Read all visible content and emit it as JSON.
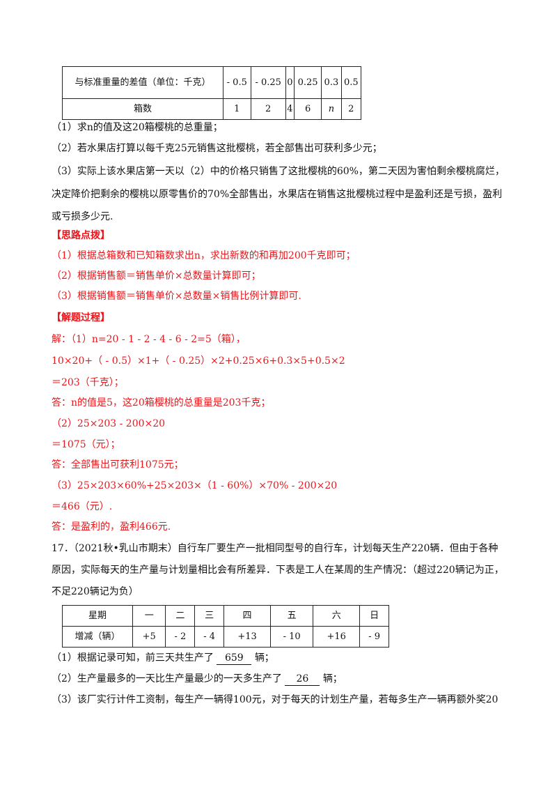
{
  "table1": {
    "row_label_1": "与标准重量的差值（单位：千克）",
    "row_label_2": "箱数",
    "diffs": [
      "- 0.5",
      "- 0.25",
      "0",
      "0.25",
      "0.3",
      "0.5"
    ],
    "counts": [
      "1",
      "2",
      "4",
      "6",
      "n",
      "2"
    ]
  },
  "q16": {
    "q1": "（1）求n的值及这20箱樱桃的总重量；",
    "q2": "（2）若水果店打算以每千克25元销售这批樱桃，若全部售出可获利多少元；",
    "q3a": "（3）实际上该水果店第一天以（2）中的价格只销售了这批樱桃的60%，第二天因为害怕剩余樱桃腐烂，",
    "q3b": "决定降价把剩余的樱桃以原零售价的70%全部售出，水果店在销售这批樱桃过程中是盈利还是亏损，盈利",
    "q3c": "或亏损多少元."
  },
  "hint": {
    "title": "【思路点拨】",
    "h1": "（1）根据总箱数和已知箱数求出n，求出新数的和再加200千克即可；",
    "h2": "（2）根据销售额＝销售单价×总数量计算即可；",
    "h3": "（3）根据销售额＝销售单价×总数量×销售比例计算即可."
  },
  "solution": {
    "title": "【解题过程】",
    "s1": "解：（1）n=20 - 1 - 2 - 4 - 6 - 2=5（箱），",
    "s2": "10×20+（ - 0.5）×1+（ - 0.25）×2+0.25×6+0.3×5+0.5×2",
    "s3": "＝203（千克）；",
    "s4": "答：n的值是5，这20箱樱桃的总重量是203千克；",
    "s5": "（2）25×203 - 200×20",
    "s6": "＝1075（元）；",
    "s7": "答：全部售出可获利1075元；",
    "s8": "（3）25×203×60%+25×203×（1 - 60%）×70% - 200×20",
    "s9": "＝466（元）.",
    "s10": "答：是盈利的，盈利466元."
  },
  "q17": {
    "l1": "17．（2021秋•乳山市期末）自行车厂要生产一批相同型号的自行车，计划每天生产220辆．但由于各种",
    "l2": "原因，实际每天的生产量与计划量相比会有所差异．下表是工人在某周的生产情况：（超过220辆记为正，",
    "l3": "不足220辆记为负）",
    "q1_pre": "（1）根据记录可知，前三天共生产了",
    "q1_ans": "659",
    "q1_post": "辆；",
    "q2_pre": "（2）生产量最多的一天比生产量最少的一天多生产了",
    "q2_ans": "26",
    "q2_post": "辆；",
    "q3": "（3）该厂实行计件工资制，每生产一辆得100元，对于每天的计划生产量，若每多生产一辆再额外奖20"
  },
  "table2": {
    "header_label": "星期",
    "row_label": "增减（辆）",
    "days": [
      "一",
      "二",
      "三",
      "四",
      "五",
      "六",
      "日"
    ],
    "changes": [
      "+5",
      "- 2",
      "- 4",
      "+13",
      "- 10",
      "+16",
      "- 9"
    ]
  },
  "colors": {
    "answer_red": "#e8161b",
    "text": "#111111"
  }
}
